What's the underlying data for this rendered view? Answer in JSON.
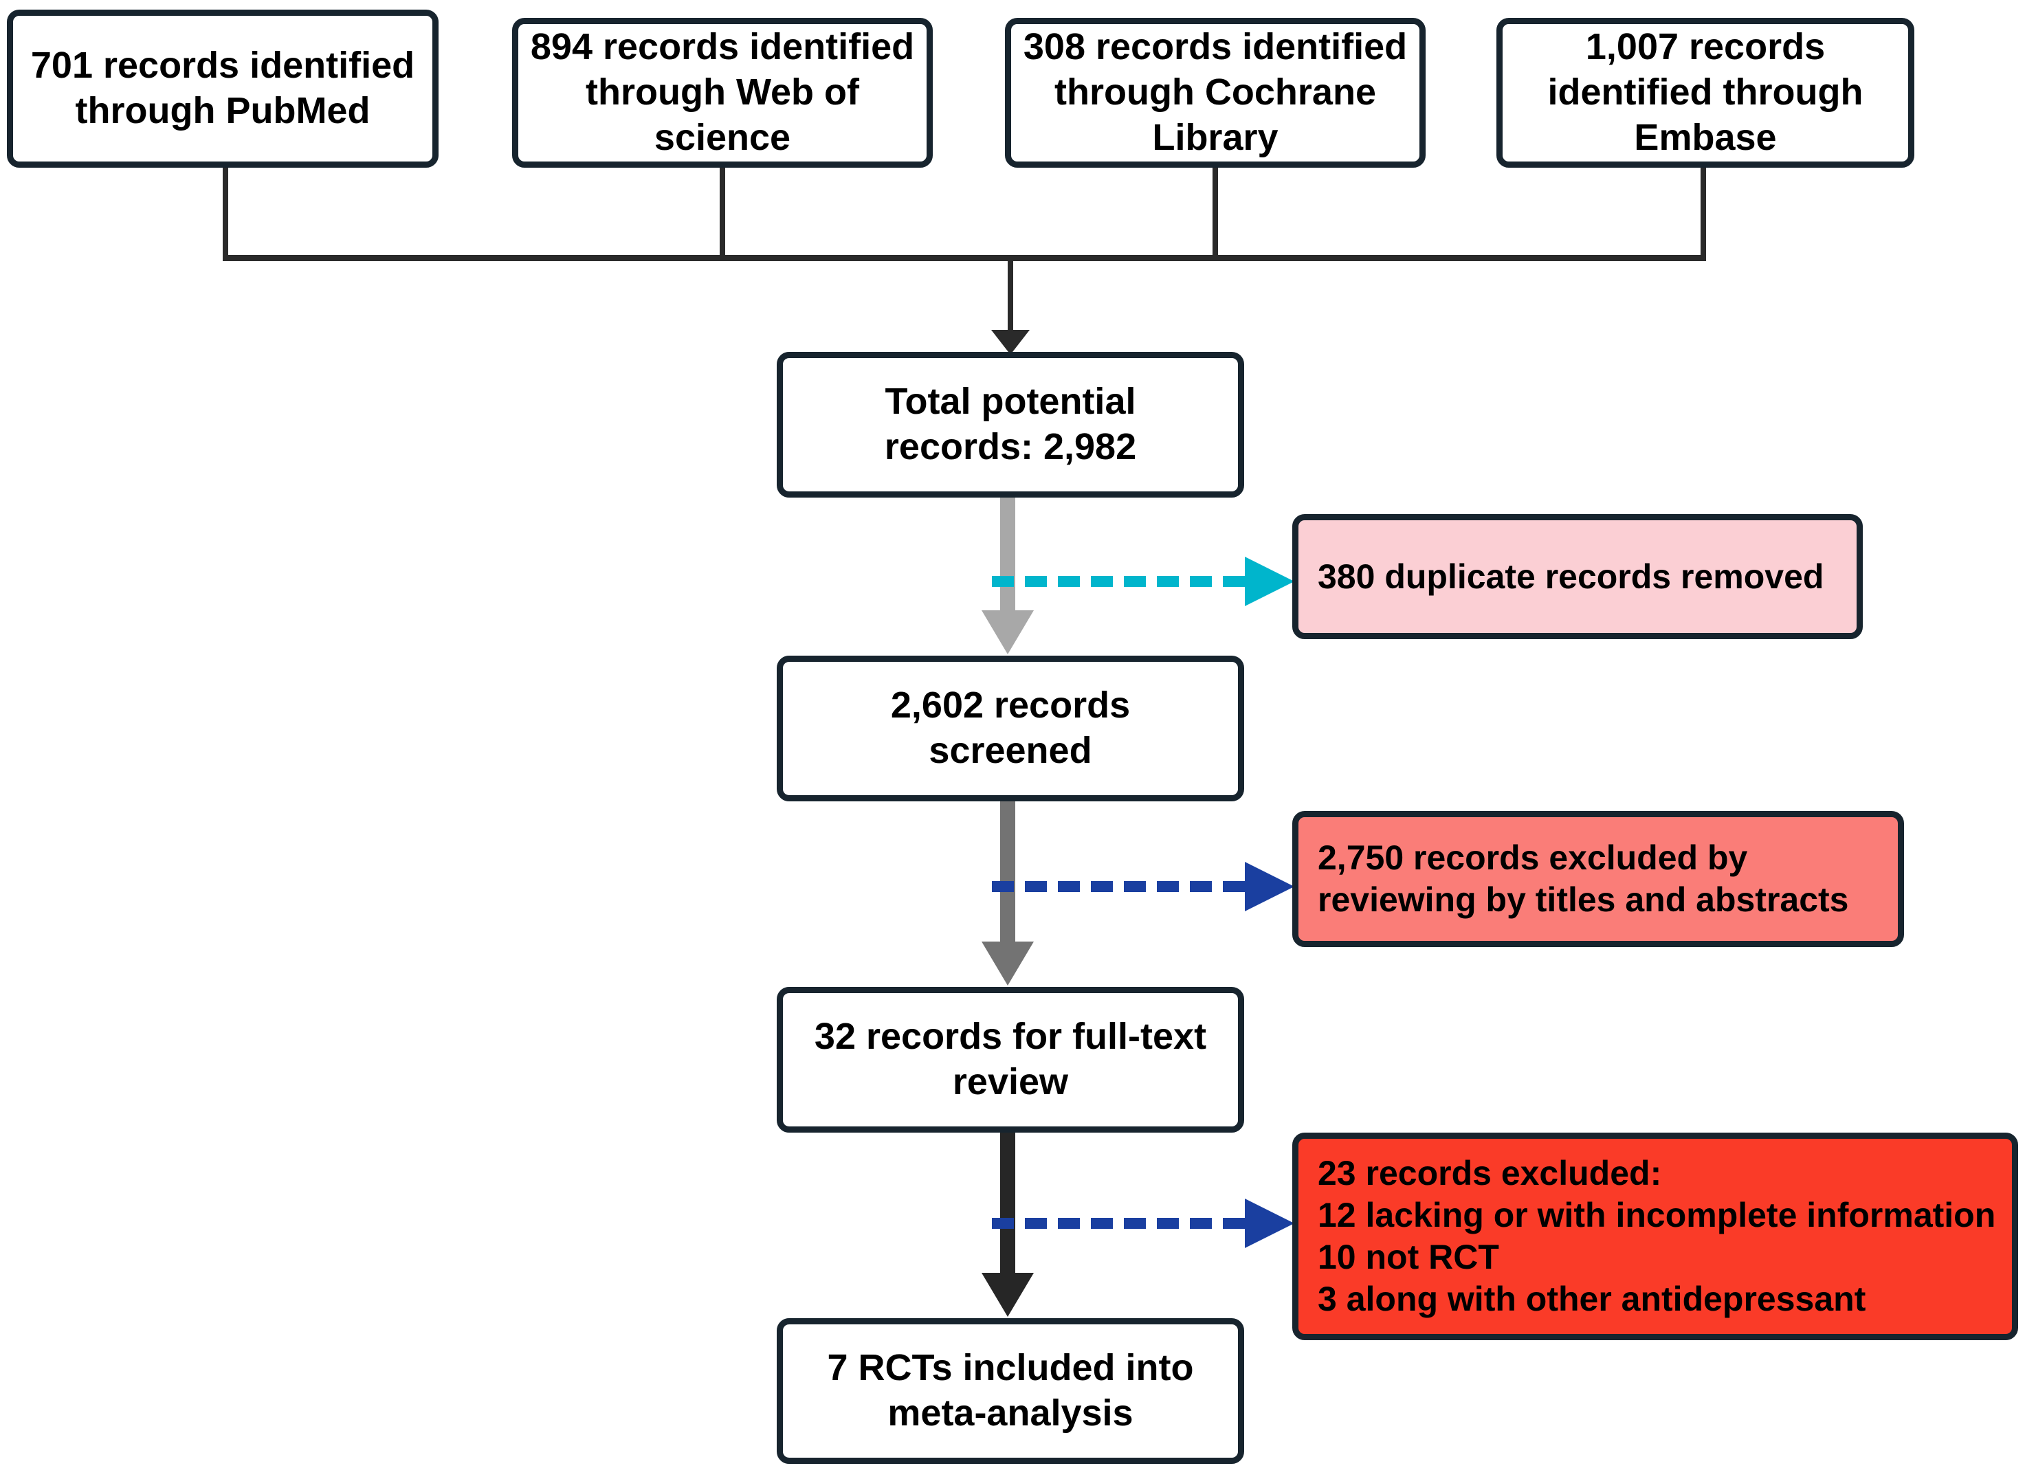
{
  "diagram": {
    "type": "prisma-flow-diagram",
    "title": "PRISMA study selection flow",
    "colors": {
      "box_border": "#17242e",
      "box_fill": "#ffffff",
      "duplicates_fill": "#fbcfd4",
      "screened_excluded_fill": "#fa7d78",
      "fulltext_excluded_fill": "#fa3b28",
      "cyan_arrow": "#00b5cc",
      "blue_arrow": "#1a3fa0",
      "flow_arrow_1": "#a8a8a8",
      "flow_arrow_2": "#737373",
      "flow_arrow_3": "#262626",
      "text": "#000000"
    },
    "sources": [
      {
        "id": "pubmed",
        "label": "701 records identified\nthrough PubMed"
      },
      {
        "id": "wos",
        "label": "894 records identified\nthrough Web of\nscience"
      },
      {
        "id": "cochrane",
        "label": "308 records identified\nthrough Cochrane\nLibrary"
      },
      {
        "id": "embase",
        "label": "1,007  records\nidentified through\nEmbase"
      }
    ],
    "flow": [
      {
        "id": "total",
        "label": "Total potential\nrecords: 2,982"
      },
      {
        "id": "screened",
        "label": "2,602 records\nscreened"
      },
      {
        "id": "fulltext",
        "label": "32 records for full-text\nreview"
      },
      {
        "id": "included",
        "label": "7 RCTs included into\nmeta-analysis"
      }
    ],
    "exclusions": [
      {
        "id": "duplicates",
        "label": "380 duplicate records removed"
      },
      {
        "id": "title-abstract",
        "label": "2,750 records excluded by\nreviewing by titles and abstracts"
      },
      {
        "id": "fulltext-excluded",
        "label": "23 records excluded:\n12 lacking or with incomplete information\n10 not RCT\n3 along with other antidepressant"
      }
    ],
    "counts": {
      "pubmed": 701,
      "web_of_science": 894,
      "cochrane": 308,
      "embase": 1007,
      "total_potential": 2982,
      "duplicates_removed": 380,
      "screened": 2602,
      "excluded_by_title_abstract": 2750,
      "full_text_reviewed": 32,
      "full_text_excluded": 23,
      "excluded_incomplete_info": 12,
      "excluded_not_rct": 10,
      "excluded_other_antidepressant": 3,
      "included_rcts": 7
    }
  }
}
